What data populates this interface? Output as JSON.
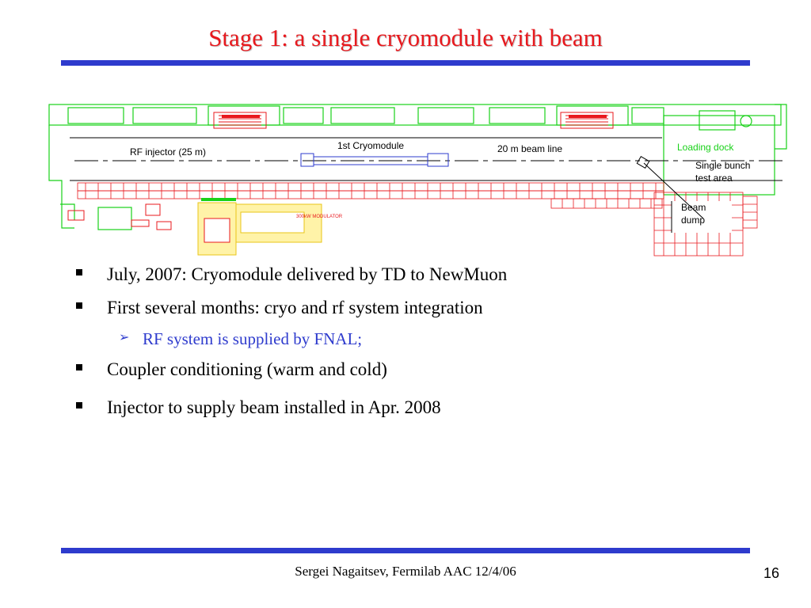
{
  "slide": {
    "title": "Stage 1: a single cryomodule with beam",
    "footer": "Sergei Nagaitsev, Fermilab AAC 12/4/06",
    "page_number": "16"
  },
  "diagram": {
    "labels": {
      "rf_injector": "RF injector (25 m)",
      "cryomodule": "1st Cryomodule",
      "beam_line": "20 m beam line",
      "loading_dock": "Loading dock",
      "single_bunch_1": "Single bunch",
      "single_bunch_2": "test area",
      "beam_dump_1": "Beam",
      "beam_dump_2": "dump",
      "modulator": "300kW MODULATOR"
    },
    "colors": {
      "wall": "#19d119",
      "brick": "#e8191e",
      "beamline": "#000000",
      "component": "#2e3bcd",
      "modulator": "#e8c619",
      "loading_dock_text": "#19d119"
    }
  },
  "bullets": [
    {
      "text": "July, 2007: Cryomodule delivered by TD to NewMuon"
    },
    {
      "text": "First several months: cryo and rf system integration"
    },
    {
      "text": "Coupler conditioning (warm and cold)"
    },
    {
      "text": "Injector to supply beam installed in Apr. 2008"
    }
  ],
  "sub_bullets": [
    {
      "text": "RF system is supplied by FNAL;"
    }
  ],
  "colors": {
    "title": "#e8191e",
    "rule": "#2e3bcd",
    "sub_bullet": "#2e3bcd"
  }
}
